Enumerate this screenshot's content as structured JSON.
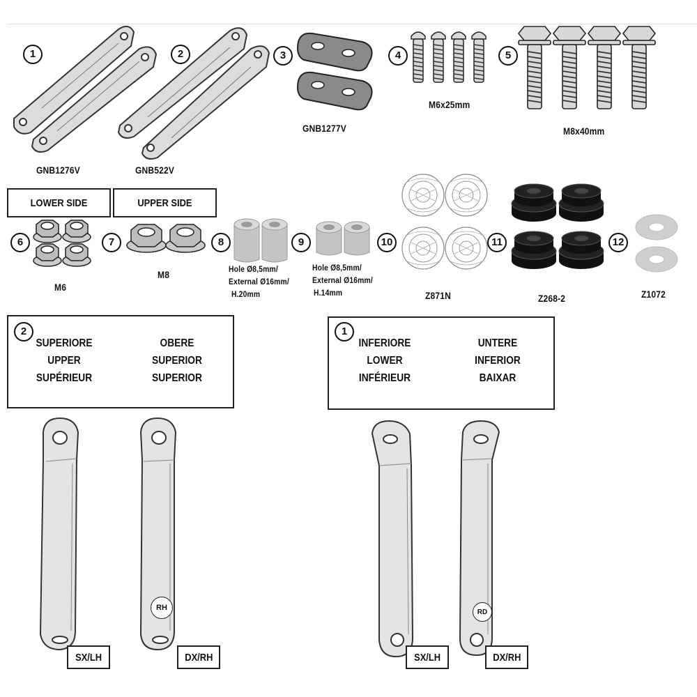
{
  "items": {
    "n1": "1",
    "n2": "2",
    "n3": "3",
    "n4": "4",
    "n5": "5",
    "n6": "6",
    "n7": "7",
    "n8": "8",
    "n9": "9",
    "n10": "10",
    "n11": "11",
    "n12": "12"
  },
  "labels": {
    "gnb1276v": "GNB1276V",
    "gnb522v": "GNB522V",
    "gnb1277v": "GNB1277V",
    "m6x25": "M6x25mm",
    "m8x40": "M8x40mm",
    "m6": "M6",
    "m8": "M8",
    "spacer20_l1": "Hole Ø8,5mm/",
    "spacer20_l2": "External Ø16mm/",
    "spacer20_l3": "H.20mm",
    "spacer14_l1": "Hole Ø8,5mm/",
    "spacer14_l2": "External Ø16mm/",
    "spacer14_l3": "H.14mm",
    "z871n": "Z871N",
    "z268": "Z268-2",
    "z1072": "Z1072"
  },
  "side_boxes": {
    "lower": "LOWER SIDE",
    "upper": "UPPER SIDE"
  },
  "upper_panel": {
    "number": "2",
    "col1": [
      "SUPERIORE",
      "UPPER",
      "SUPÉRIEUR"
    ],
    "col2": [
      "OBERE",
      "SUPERIOR",
      "SUPERIOR"
    ]
  },
  "lower_panel": {
    "number": "1",
    "col1": [
      "INFERIORE",
      "LOWER",
      "INFÉRIEUR"
    ],
    "col2": [
      "UNTERE",
      "INFERIOR",
      "BAIXAR"
    ]
  },
  "brackets": {
    "upper_left_tag": "SX/LH",
    "upper_right_tag": "DX/RH",
    "upper_right_mark": "RH",
    "lower_left_tag": "SX/LH",
    "lower_right_tag": "DX/RH",
    "lower_right_mark": "RD"
  }
}
